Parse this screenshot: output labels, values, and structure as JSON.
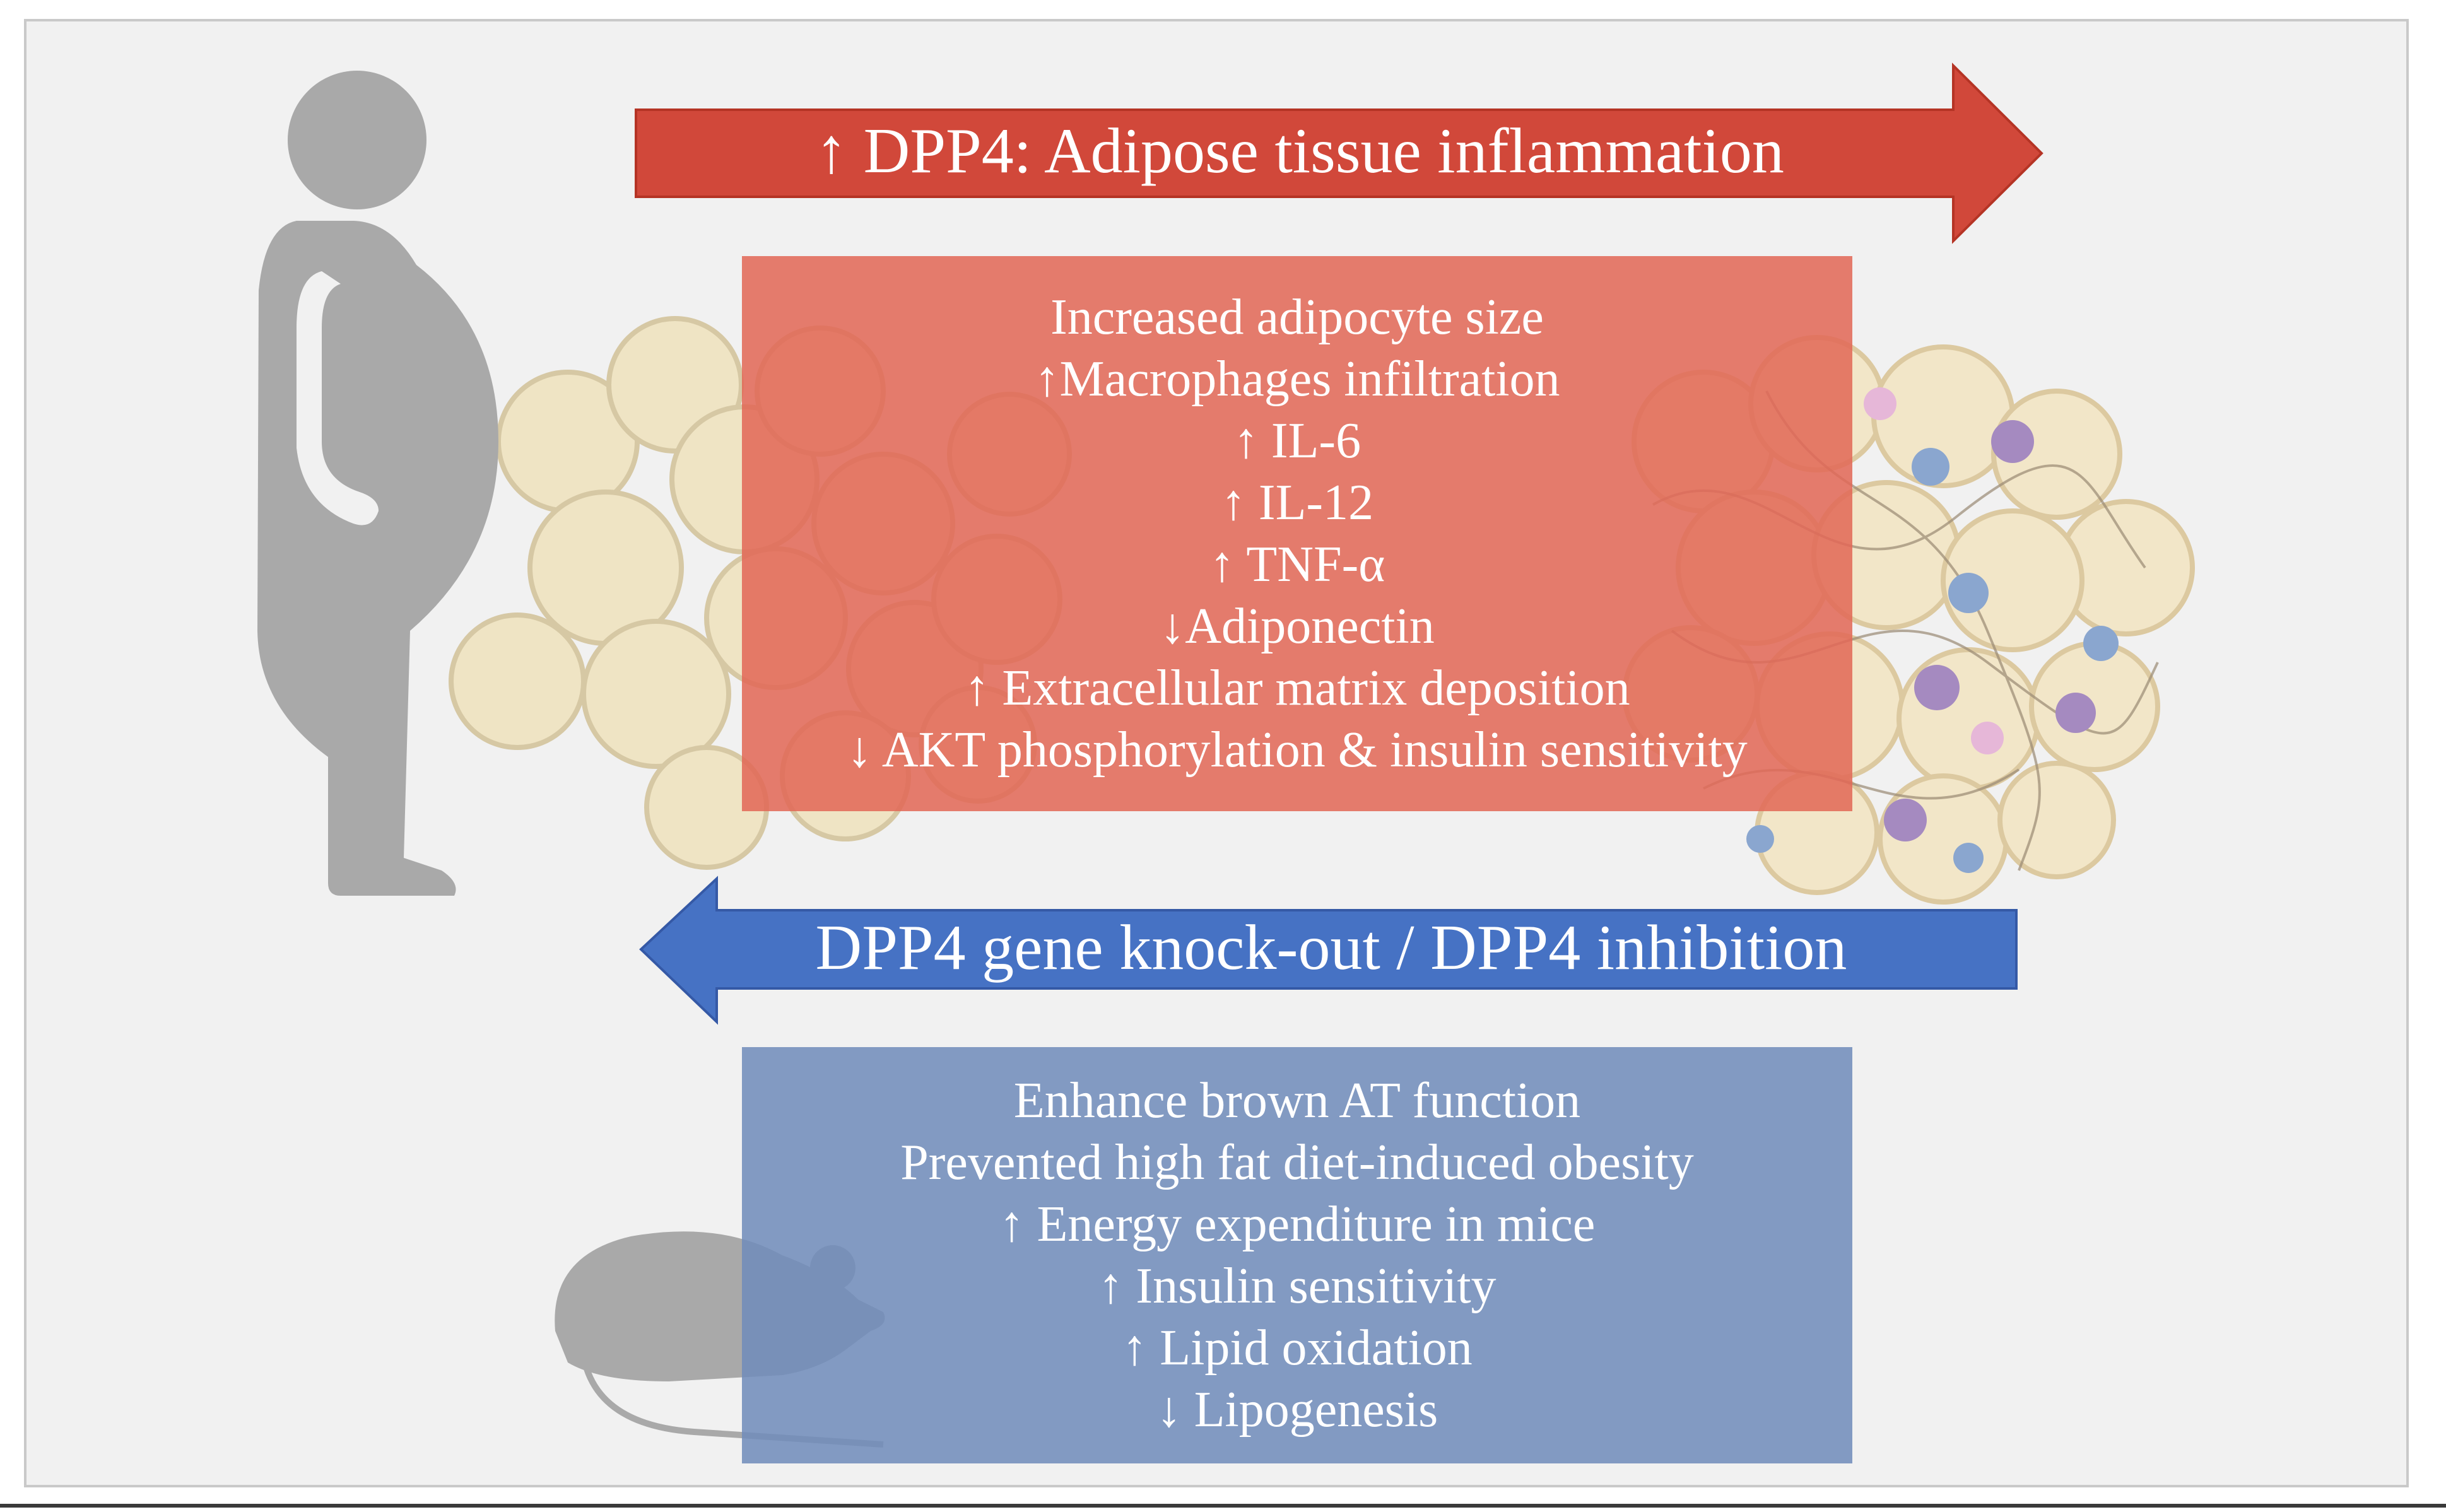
{
  "colors": {
    "background": "#f1f1f1",
    "red_arrow": "#d1483a",
    "red_box": "#e26856",
    "blue_arrow": "#4672c4",
    "blue_box": "#708cba",
    "silhouette": "#a9a9a9"
  },
  "icons": {
    "human": "pregnant-person-silhouette-icon",
    "mouse": "mouse-silhouette-icon",
    "healthy_tissue": "adipose-tissue-illustration",
    "inflamed_tissue": "inflamed-adipose-tissue-illustration"
  },
  "top_arrow": {
    "label": "↑ DPP4: Adipose tissue inflammation"
  },
  "inflammation_effects": [
    "Increased adipocyte size",
    "↑Macrophages infiltration",
    "↑ IL-6",
    "↑ IL-12",
    "↑ TNF-α",
    "↓Adiponectin",
    "↑ Extracellular matrix deposition",
    "↓ AKT phosphorylation & insulin sensitivity"
  ],
  "bottom_arrow": {
    "label": "DPP4 gene knock-out  /  DPP4 inhibition"
  },
  "inhibition_effects": [
    "Enhance brown AT function",
    "Prevented high fat diet-induced obesity",
    "↑ Energy expenditure in mice",
    "↑ Insulin sensitivity",
    "↑ Lipid oxidation",
    "↓ Lipogenesis"
  ]
}
